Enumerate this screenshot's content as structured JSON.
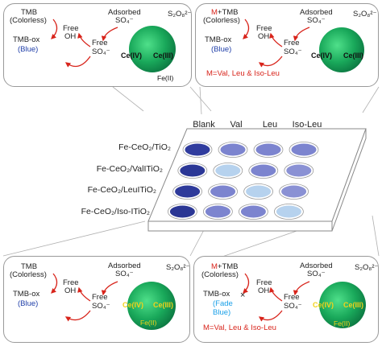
{
  "top_left": {
    "tmb": "TMB",
    "colorless": "(Colorless)",
    "tmb_ox": "TMB-ox",
    "blue": "(Blue)",
    "free_oh_1": "Free",
    "free_oh_2": "OH",
    "free_so4_1": "Free",
    "free_so4_2": "SO₄⁻",
    "adsorbed_1": "Adsorbed",
    "adsorbed_2": "SO₄⁻",
    "s2o8": "S₂O₈²⁻",
    "ce4": "Ce(IV)",
    "ce3": "Ce(III)",
    "fe2": "Fe(II)"
  },
  "top_right": {
    "m_prefix": "M",
    "tmb": "+TMB",
    "colorless": "(Colorless)",
    "tmb_ox": "TMB-ox",
    "blue": "(Blue)",
    "free_oh_1": "Free",
    "free_oh_2": "OH",
    "free_so4_1": "Free",
    "free_so4_2": "SO₄⁻",
    "adsorbed_1": "Adsorbed",
    "adsorbed_2": "SO₄⁻",
    "s2o8": "S₂O₈²⁻",
    "ce4": "Ce(IV)",
    "ce3": "Ce(III)",
    "m_def": "M=Val, Leu & Iso-Leu"
  },
  "plate": {
    "columns": [
      "Blank",
      "Val",
      "Leu",
      "Iso-Leu"
    ],
    "rows": [
      "Fe-CeO₂/TiO₂",
      "Fe-CeO₂/ValITiO₂",
      "Fe-CeO₂/LeuITiO₂",
      "Fe-CeO₂/Iso-ITiO₂"
    ],
    "well_colors": [
      [
        "#303c9e",
        "#7c84cf",
        "#7c84cf",
        "#7c84cf"
      ],
      [
        "#2b3796",
        "#b6d2ee",
        "#7c84cf",
        "#8a91d4"
      ],
      [
        "#2e3a9a",
        "#7c84cf",
        "#b6d2ee",
        "#8a91d4"
      ],
      [
        "#2a3694",
        "#7c84cf",
        "#7c84cf",
        "#b6d2ee"
      ]
    ]
  },
  "bottom_left": {
    "tmb": "TMB",
    "colorless": "(Colorless)",
    "tmb_ox": "TMB-ox",
    "blue": "(Blue)",
    "free_oh_1": "Free",
    "free_oh_2": "OH",
    "free_so4_1": "Free",
    "free_so4_2": "SO₄⁻",
    "adsorbed_1": "Adsorbed",
    "adsorbed_2": "SO₄⁻",
    "s2o8": "S₂O₈²⁻",
    "ce4": "Ce(IV)",
    "ce3": "Ce(III)",
    "fe2": "Fe(II)"
  },
  "bottom_right": {
    "m_prefix": "M",
    "tmb": "+TMB",
    "colorless": "(Colorless)",
    "tmb_ox": "TMB-ox",
    "fade_1": "(Fade",
    "fade_2": "Blue)",
    "blocked": "×",
    "free_oh_1": "Free",
    "free_oh_2": "OH",
    "free_so4_1": "Free",
    "free_so4_2": "SO₄⁻",
    "adsorbed_1": "Adsorbed",
    "adsorbed_2": "SO₄⁻",
    "s2o8": "S₂O₈²⁻",
    "ce4": "Ce(IV)",
    "ce3": "Ce(III)",
    "fe2": "Fe(II)",
    "m_def": "M=Val, Leu & Iso-Leu"
  },
  "colors": {
    "red_arrow": "#d8241b",
    "panel_border": "#9a9a9a",
    "plate_line": "#8a8a8a"
  }
}
